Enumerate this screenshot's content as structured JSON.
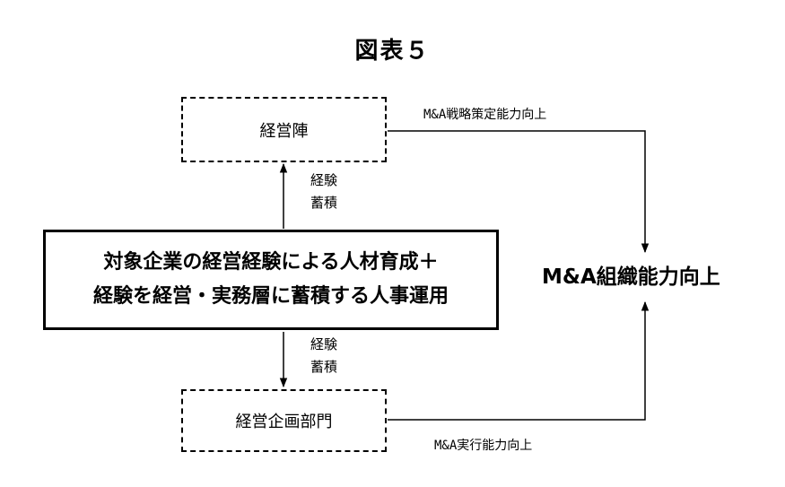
{
  "title": "図表５",
  "nodes": {
    "management": "経営陣",
    "center_line1": "対象企業の経営経験による人材育成＋",
    "center_line2": "経験を経営・実務層に蓄積する人事運用",
    "planning": "経営企画部門",
    "result": "M&A組織能力向上"
  },
  "edges": {
    "exp_up_line1": "経験",
    "exp_up_line2": "蓄積",
    "exp_down_line1": "経験",
    "exp_down_line2": "蓄積",
    "strategy": "M&A戦略策定能力向上",
    "execution": "M&A実行能力向上"
  }
}
